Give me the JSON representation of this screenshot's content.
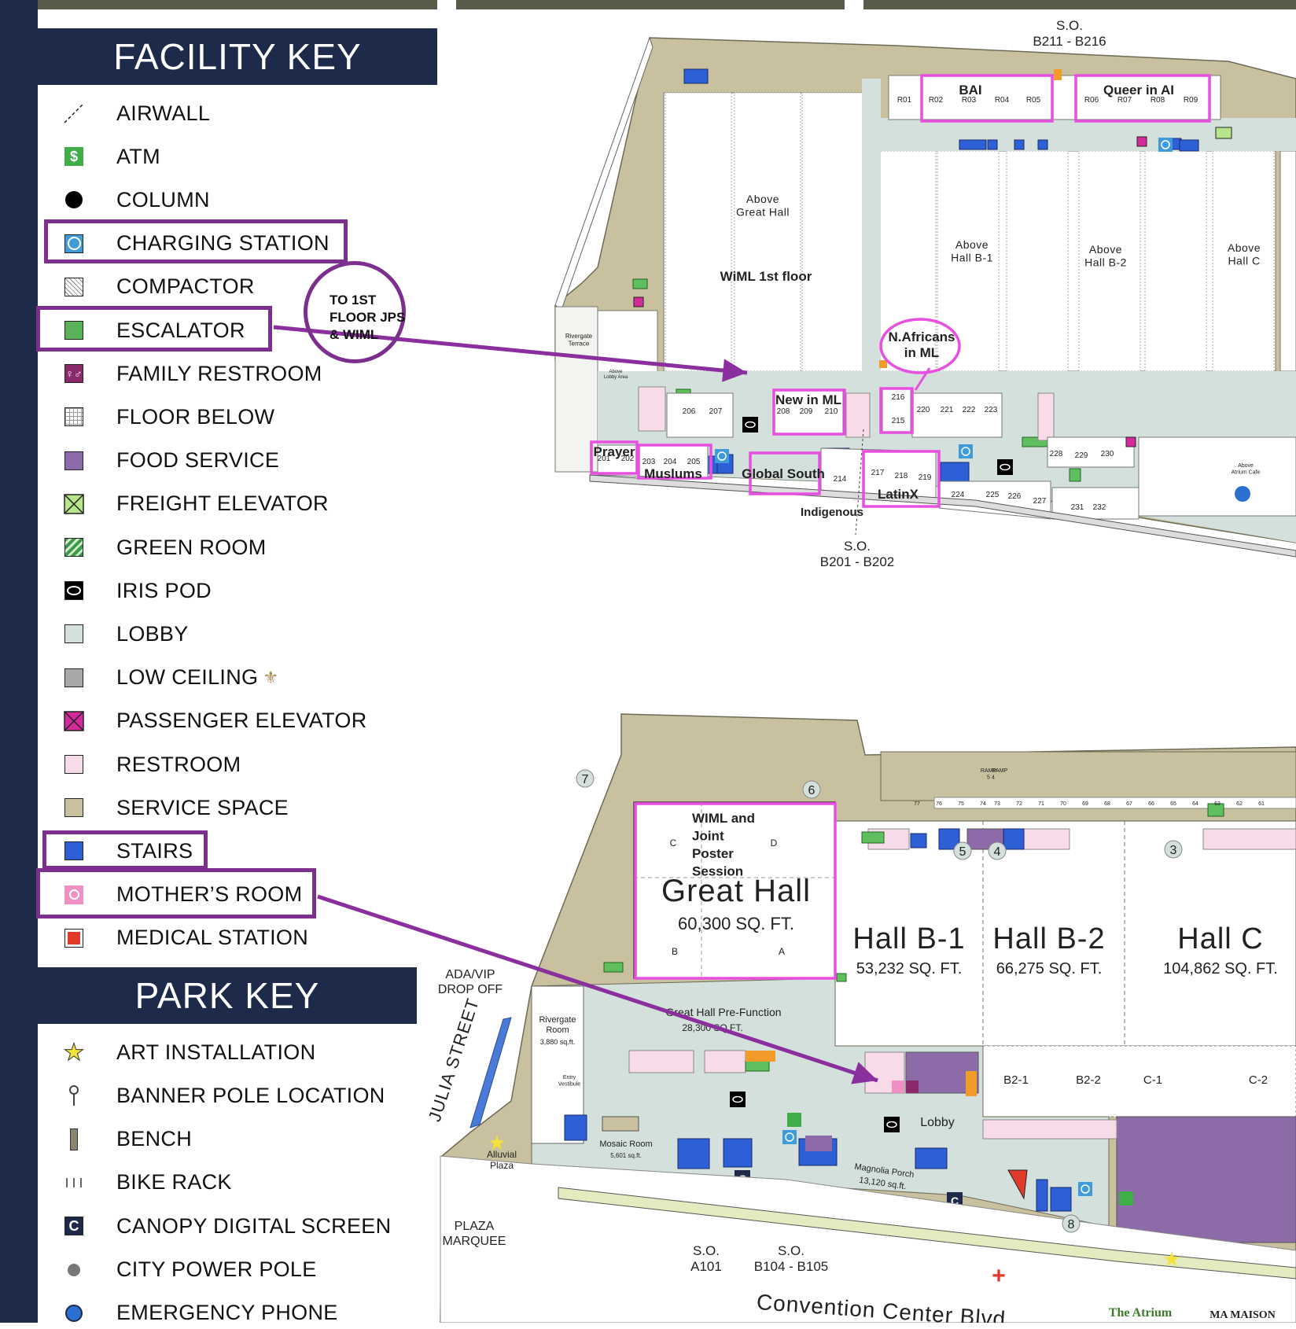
{
  "facility_key": {
    "title": "FACILITY KEY",
    "items": [
      {
        "label": "AIRWALL",
        "icon": "airwall-icon"
      },
      {
        "label": "ATM",
        "icon": "atm-icon",
        "color": "#3fae49"
      },
      {
        "label": "COLUMN",
        "icon": "column-icon"
      },
      {
        "label": "CHARGING STATION",
        "icon": "charging-station-icon",
        "color": "#3f9bd9"
      },
      {
        "label": "COMPACTOR",
        "icon": "compactor-icon"
      },
      {
        "label": "ESCALATOR",
        "icon": "escalator-icon",
        "color": "#59b15a"
      },
      {
        "label": "FAMILY RESTROOM",
        "icon": "family-restroom-icon",
        "color": "#8a2a6b"
      },
      {
        "label": "FLOOR BELOW",
        "icon": "floor-below-icon"
      },
      {
        "label": "FOOD SERVICE",
        "icon": "food-service-icon",
        "color": "#8d6aa8"
      },
      {
        "label": "FREIGHT ELEVATOR",
        "icon": "freight-elevator-icon",
        "color": "#b9e58a"
      },
      {
        "label": "GREEN ROOM",
        "icon": "green-room-icon",
        "color": "#3a9a4a"
      },
      {
        "label": "IRIS POD",
        "icon": "iris-pod-icon"
      },
      {
        "label": "LOBBY",
        "icon": "lobby-icon",
        "color": "#d3e0db"
      },
      {
        "label": "LOW CEILING",
        "icon": "low-ceiling-icon",
        "color": "#a8a8a8"
      },
      {
        "label": "PASSENGER ELEVATOR",
        "icon": "passenger-elevator-icon",
        "color": "#d42a9c"
      },
      {
        "label": "RESTROOM",
        "icon": "restroom-icon",
        "color": "#f7dbe8"
      },
      {
        "label": "SERVICE SPACE",
        "icon": "service-space-icon",
        "color": "#c8c09e"
      },
      {
        "label": "STAIRS",
        "icon": "stairs-icon",
        "color": "#2d5fd6"
      },
      {
        "label": "MOTHER’S ROOM",
        "icon": "mothers-room-icon",
        "color": "#ef8fc4"
      },
      {
        "label": "MEDICAL STATION",
        "icon": "medical-station-icon",
        "color": "#e23a2a"
      }
    ]
  },
  "park_key": {
    "title": "PARK KEY",
    "items": [
      {
        "label": "ART INSTALLATION",
        "icon": "star-icon"
      },
      {
        "label": "BANNER POLE LOCATION",
        "icon": "banner-pole-icon"
      },
      {
        "label": "BENCH",
        "icon": "bench-icon"
      },
      {
        "label": "BIKE RACK",
        "icon": "bike-rack-icon"
      },
      {
        "label": "CANOPY DIGITAL SCREEN",
        "icon": "canopy-screen-icon"
      },
      {
        "label": "CITY POWER POLE",
        "icon": "power-pole-icon"
      },
      {
        "label": "EMERGENCY PHONE",
        "icon": "emergency-phone-icon"
      }
    ]
  },
  "callout": {
    "text": "TO 1ST\nFLOOR JPS\n& WIML"
  },
  "colors": {
    "navy": "#1e2a4a",
    "highlight_purple": "#7c2f8e",
    "magenta": "#e84fe0",
    "service": "#c8c09e",
    "lobby": "#d3e0db",
    "food": "#8d6aa8",
    "stairs": "#2d5fd6",
    "arrow": "#8b2f9e"
  },
  "upper_floor": {
    "so_top": "S.O.\nB211 - B216",
    "so_bottom": "S.O.\nB201 - B202",
    "above_labels": [
      "Above\nGreat Hall",
      "Above\nHall B-1",
      "Above\nHall B-2",
      "Above\nHall C"
    ],
    "annotations": [
      "BAI",
      "Queer in AI",
      "WiML 1st floor",
      "N.Africans\nin ML",
      "New in ML",
      "Prayer",
      "Muslums",
      "Global South",
      "LatinX",
      "Indigenous"
    ],
    "rooms": [
      "R01",
      "R02",
      "R03",
      "R04",
      "R05",
      "R06",
      "R07",
      "R08",
      "R09",
      "206",
      "207",
      "208",
      "209",
      "210",
      "216",
      "215",
      "220",
      "221",
      "222",
      "223",
      "228",
      "229",
      "230",
      "201",
      "202",
      "203",
      "204",
      "205",
      "214",
      "217",
      "218",
      "219",
      "224",
      "225",
      "226",
      "227",
      "231",
      "232"
    ],
    "misc": [
      "Rivergate\nTerrace",
      "Above\nLobby Area",
      "Above\nAtrium Cafe"
    ]
  },
  "lower_floor": {
    "great_hall": {
      "name": "Great Hall",
      "area": "60,300 SQ. FT.",
      "sections": [
        "C",
        "D",
        "B",
        "A"
      ],
      "annotation": "WIML and\nJoint\nPoster\nSession"
    },
    "halls": [
      {
        "name": "Hall B-1",
        "area": "53,232 SQ. FT."
      },
      {
        "name": "Hall B-2",
        "area": "66,275 SQ. FT."
      },
      {
        "name": "Hall C",
        "area": "104,862 SQ. FT."
      }
    ],
    "subsections": [
      "B2-1",
      "B2-2",
      "C-1",
      "C-2"
    ],
    "prefunction": {
      "name": "Great Hall Pre-Function",
      "area": "28,300 SQ.FT."
    },
    "lobby": "Lobby",
    "rivergate_room": {
      "name": "Rivergate\nRoom",
      "area": "3,880 sq.ft."
    },
    "entry_vestibule": "Entry\nVestibule",
    "mosaic_room": {
      "name": "Mosaic Room",
      "area": "5,601 sq.ft."
    },
    "magnolia_porch": {
      "name": "Magnolia Porch",
      "area": "13,120 sq.ft."
    },
    "ada": "ADA/VIP\nDROP OFF",
    "street": "JULIA STREET",
    "alluvial": "Alluvial\nPlaza",
    "plaza_marquee": "PLAZA\nMARQUEE",
    "so_a101": "S.O.\nA101",
    "so_b104": "S.O.\nB104 - B105",
    "boulevard": "Convention Center Blvd",
    "ma_maison": "MA MAISON",
    "atrium": "The Atrium",
    "markers": [
      "7",
      "6",
      "5",
      "4",
      "3",
      "8"
    ],
    "ramps": [
      "RAMP\n5",
      "RAMP\n4"
    ],
    "dock_numbers": [
      "77",
      "76",
      "75",
      "74",
      "73",
      "72",
      "71",
      "70",
      "69",
      "68",
      "67",
      "66",
      "65",
      "64",
      "63",
      "62",
      "61"
    ]
  }
}
